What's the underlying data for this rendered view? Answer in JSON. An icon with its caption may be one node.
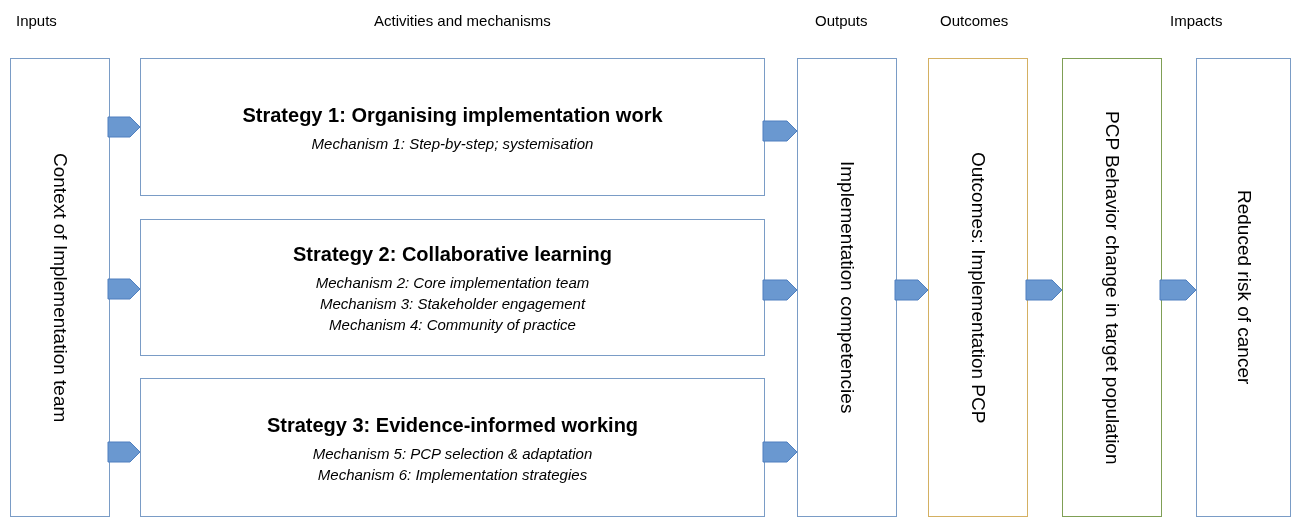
{
  "diagram": {
    "nodes": [
      {
        "text": [
          "Context of Implementation team"
        ]
      },
      {
        "text": [
          "Strategy 1: Organising implementation work",
          "Mechanism 1: Step-by-step; systemisation"
        ]
      },
      {
        "text": [
          "Strategy 2: Collaborative learning",
          "Mechanism 2: Core implementation team",
          "Mechanism 3: Stakeholder engagement",
          "Mechanism 4: Community of practice"
        ]
      },
      {
        "text": [
          "Strategy 3: Evidence-informed working",
          "Mechanism 5: PCP selection & adaptation",
          "Mechanism 6: Implementation strategies"
        ]
      },
      {
        "text": [
          "Implementation competencies"
        ]
      },
      {
        "text": [
          "Outcomes: Implementation PCP"
        ]
      },
      {
        "text": [
          "PCP Behavior change in target population"
        ]
      },
      {
        "text": [
          "Reduced risk of cancer"
        ]
      }
    ],
    "edges": [
      {
        "from": 0,
        "to": 1,
        "arrow": "to"
      },
      {
        "from": 0,
        "to": 2,
        "arrow": "to"
      },
      {
        "from": 0,
        "to": 3,
        "arrow": "to"
      },
      {
        "from": 1,
        "to": 4,
        "arrow": "to"
      },
      {
        "from": 2,
        "to": 4,
        "arrow": "to"
      },
      {
        "from": 3,
        "to": 4,
        "arrow": "to"
      },
      {
        "from": 4,
        "to": 5,
        "arrow": "to"
      },
      {
        "from": 5,
        "to": 6,
        "arrow": "to"
      },
      {
        "from": 6,
        "to": 7,
        "arrow": "to"
      }
    ],
    "labels": [
      "Inputs",
      "Activities and mechanisms",
      "Outputs",
      "Outcomes",
      "Impacts"
    ]
  }
}
